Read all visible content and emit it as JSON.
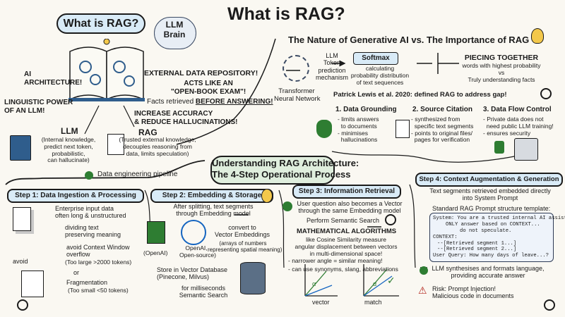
{
  "title": "What is RAG?",
  "left": {
    "header": "What is RAG?",
    "llm_brain": "LLM\nBrain",
    "external_repo": "EXTERNAL DATA REPOSITORY!",
    "open_book": "ACTS LIKE AN\n\"OPEN-BOOK EXAM\"!",
    "facts_prefix": "Facts retrieved ",
    "facts_emph": "BEFORE ANSWERING!",
    "increase": "INCREASE ACCURACY\n& REDUCE HALLUCINATIONS!",
    "ai_arch": "AI\nARCHITECTURE!",
    "linguistic": "LINGUISTIC POWER\nOF AN LLM!",
    "llm_title": "LLM",
    "llm_desc": "(Internal knowledge,\npredict next token,\nprobabilistic,\ncan hallucinate)",
    "rag_title": "RAG",
    "rag_desc": "(Trusted external knowledge,\ndecouples reasoning from\ndata, limits speculation)"
  },
  "right": {
    "header": "The Nature of Generative AI vs. The Importance of RAG",
    "transformer": "Transformer\nNeural Network",
    "llm_token": "LLM\nToken\nprediction\nmechanism",
    "softmax_title": "Softmax",
    "softmax_desc": "calculating\nprobability distribution\nof text sequences",
    "piecing_title": "PIECING TOGETHER",
    "piecing_desc": "words with highest probability\nvs\nTruly understanding facts",
    "lewis": "Patrick Lewis et al. 2020: defined RAG to address gap!",
    "grounding_title": "1. Data Grounding",
    "grounding_desc": "- limits answers\n  to documents\n- minimises\n  hallucinations",
    "citation_title": "2. Source Citation",
    "citation_desc": "- synthesized from\n  specific text segments\n- points to original files/\n  pages for verification",
    "control_title": "3. Data Flow Control",
    "control_desc": "- Private data does not\n  need public LLM training!\n- ensures security"
  },
  "middle": {
    "header": "Understanding RAG Architecture:\nThe 4-Step Operational Process",
    "pipeline": "Data engineering pipeline"
  },
  "step1": {
    "title": "Step 1: Data Ingestion & Processing",
    "enterprise": "Enterprise input data\noften long & unstructured",
    "dividing": "dividing text\npreserving meaning",
    "avoid_overflow": "avoid Context Window\noverflow",
    "too_large": "(Too large >2000 tokens)",
    "avoid": "avoid",
    "or": "or",
    "fragmentation": "Fragmentation",
    "too_small": "(Too small <50 tokens)"
  },
  "step2": {
    "title": "Step 2: Embedding & Storage",
    "after": "After splitting, text segments\nthrough Embedding model",
    "convert": "convert to\nVector Embeddings",
    "arrays": "(arrays of numbers\nrepresenting spatial meaning)",
    "openai": "OpenAI,\nOpen-source)",
    "openai_paren": "(OpenAI)",
    "store": "Store in Vector Database\n(Pinecone, Milvus)",
    "milliseconds": "for milliseconds\nSemantic Search"
  },
  "step3": {
    "title": "Step 3: Information Retrieval",
    "question": "User question also becomes a Vector\nthrough the same Embedding model",
    "perform": "Perform Semantic Search",
    "algos": "MATHEMATICAL ALGORITHMS",
    "cosine": "like Cosine Similarity measure\nangular displacement between vectors\nin multi-dimensional space!",
    "narrower": "- narrower angle = similar meaning!",
    "synonyms": "- can use synonyms, slang, abbreviations",
    "vector": "vector",
    "match": "match",
    "alpha": "α"
  },
  "step4": {
    "title": "Step 4: Context Augmentation & Generation",
    "retrieved": "Text segments retrieved embedded directly\ninto System Prompt",
    "template_label": "Standard RAG Prompt structure template:",
    "template_lines": [
      "System: You are a trusted internal AI assistant...",
      "ONLY answer based on CONTEXT...",
      "do not speculate.",
      "CONTEXT:",
      "--[Retrieved segment 1...]",
      "--[Retrieved segment 2...]",
      "User Query: How many days of leave...?"
    ],
    "synthesises": "LLM synthesises and formats language,\nproviding accurate answer",
    "risk": "Risk: Prompt Injection!\nMalicious code in documents"
  },
  "colors": {
    "pill_blue": "#d9ebf7",
    "pill_green": "#dfeedd",
    "dark": "#1b1b1b",
    "bulb": "#f3c84b",
    "accent_red": "#b3261e",
    "book_blue": "#2f5d8c"
  }
}
